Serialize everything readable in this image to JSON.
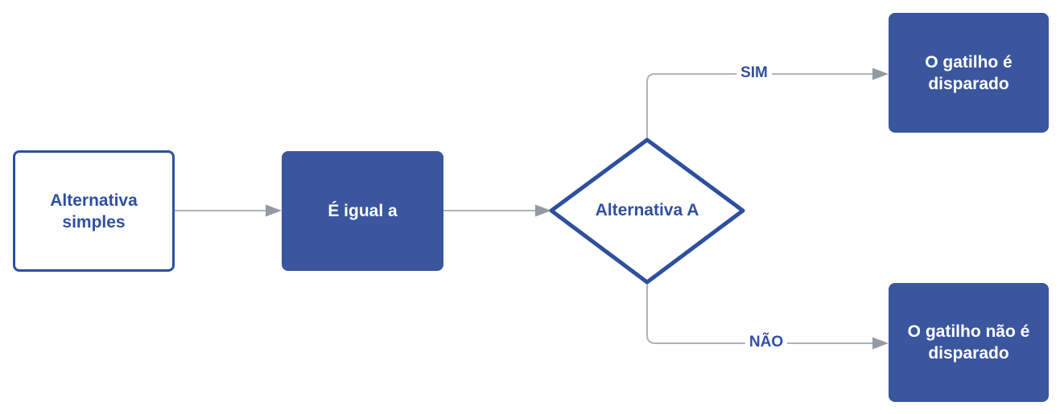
{
  "diagram": {
    "nodes": {
      "start": {
        "label": "Alternativa simples",
        "shape": "rectangle",
        "style": "outlined"
      },
      "condition": {
        "label": "É igual a",
        "shape": "rectangle",
        "style": "filled"
      },
      "decision": {
        "label": "Alternativa A",
        "shape": "diamond",
        "style": "outlined"
      },
      "triggered": {
        "label": "O gatilho é disparado",
        "shape": "rectangle",
        "style": "filled"
      },
      "not_triggered": {
        "label": "O gatilho não é disparado",
        "shape": "rectangle",
        "style": "filled"
      }
    },
    "edges": {
      "start_to_condition": {
        "from": "start",
        "to": "condition",
        "label": ""
      },
      "condition_to_decision": {
        "from": "condition",
        "to": "decision",
        "label": ""
      },
      "yes": {
        "from": "decision",
        "to": "triggered",
        "label": "SIM"
      },
      "no": {
        "from": "decision",
        "to": "not_triggered",
        "label": "NÃO"
      }
    },
    "colors": {
      "primary_blue": "#3A569E",
      "border_blue": "#2D4F9E",
      "text_blue": "#30509F",
      "connector_line": "#AEB4BE",
      "connector_arrow": "#9599A4",
      "canvas_bg": "#FFFFFF"
    }
  }
}
